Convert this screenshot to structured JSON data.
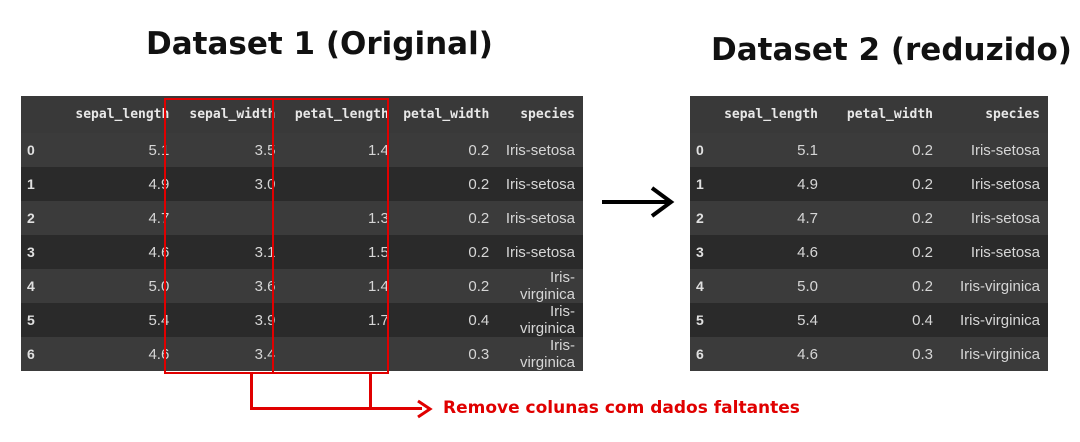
{
  "titles": {
    "dataset1": "Dataset 1 (Original)",
    "dataset2": "Dataset 2 (reduzido)"
  },
  "table1": {
    "columns": [
      "",
      "sepal_length",
      "sepal_width",
      "petal_length",
      "petal_width",
      "species"
    ],
    "rows": [
      [
        "0",
        "5.1",
        "3.5",
        "1.4",
        "0.2",
        "Iris-setosa"
      ],
      [
        "1",
        "4.9",
        "3.0",
        "",
        "0.2",
        "Iris-setosa"
      ],
      [
        "2",
        "4.7",
        "",
        "1.3",
        "0.2",
        "Iris-setosa"
      ],
      [
        "3",
        "4.6",
        "3.1",
        "1.5",
        "0.2",
        "Iris-setosa"
      ],
      [
        "4",
        "5.0",
        "3.6",
        "1.4",
        "0.2",
        "Iris-virginica"
      ],
      [
        "5",
        "5.4",
        "3.9",
        "1.7",
        "0.4",
        "Iris-virginica"
      ],
      [
        "6",
        "4.6",
        "3.4",
        "",
        "0.3",
        "Iris-virginica"
      ]
    ]
  },
  "table2": {
    "columns": [
      "",
      "sepal_length",
      "petal_width",
      "species"
    ],
    "rows": [
      [
        "0",
        "5.1",
        "0.2",
        "Iris-setosa"
      ],
      [
        "1",
        "4.9",
        "0.2",
        "Iris-setosa"
      ],
      [
        "2",
        "4.7",
        "0.2",
        "Iris-setosa"
      ],
      [
        "3",
        "4.6",
        "0.2",
        "Iris-setosa"
      ],
      [
        "4",
        "5.0",
        "0.2",
        "Iris-virginica"
      ],
      [
        "5",
        "5.4",
        "0.4",
        "Iris-virginica"
      ],
      [
        "6",
        "4.6",
        "0.3",
        "Iris-virginica"
      ]
    ]
  },
  "arrow_symbol": "⟶",
  "annotation": "Remove colunas com dados faltantes",
  "colors": {
    "highlight": "#e00000",
    "table_dark": "#2a2a2a",
    "table_light": "#3b3b3b"
  }
}
